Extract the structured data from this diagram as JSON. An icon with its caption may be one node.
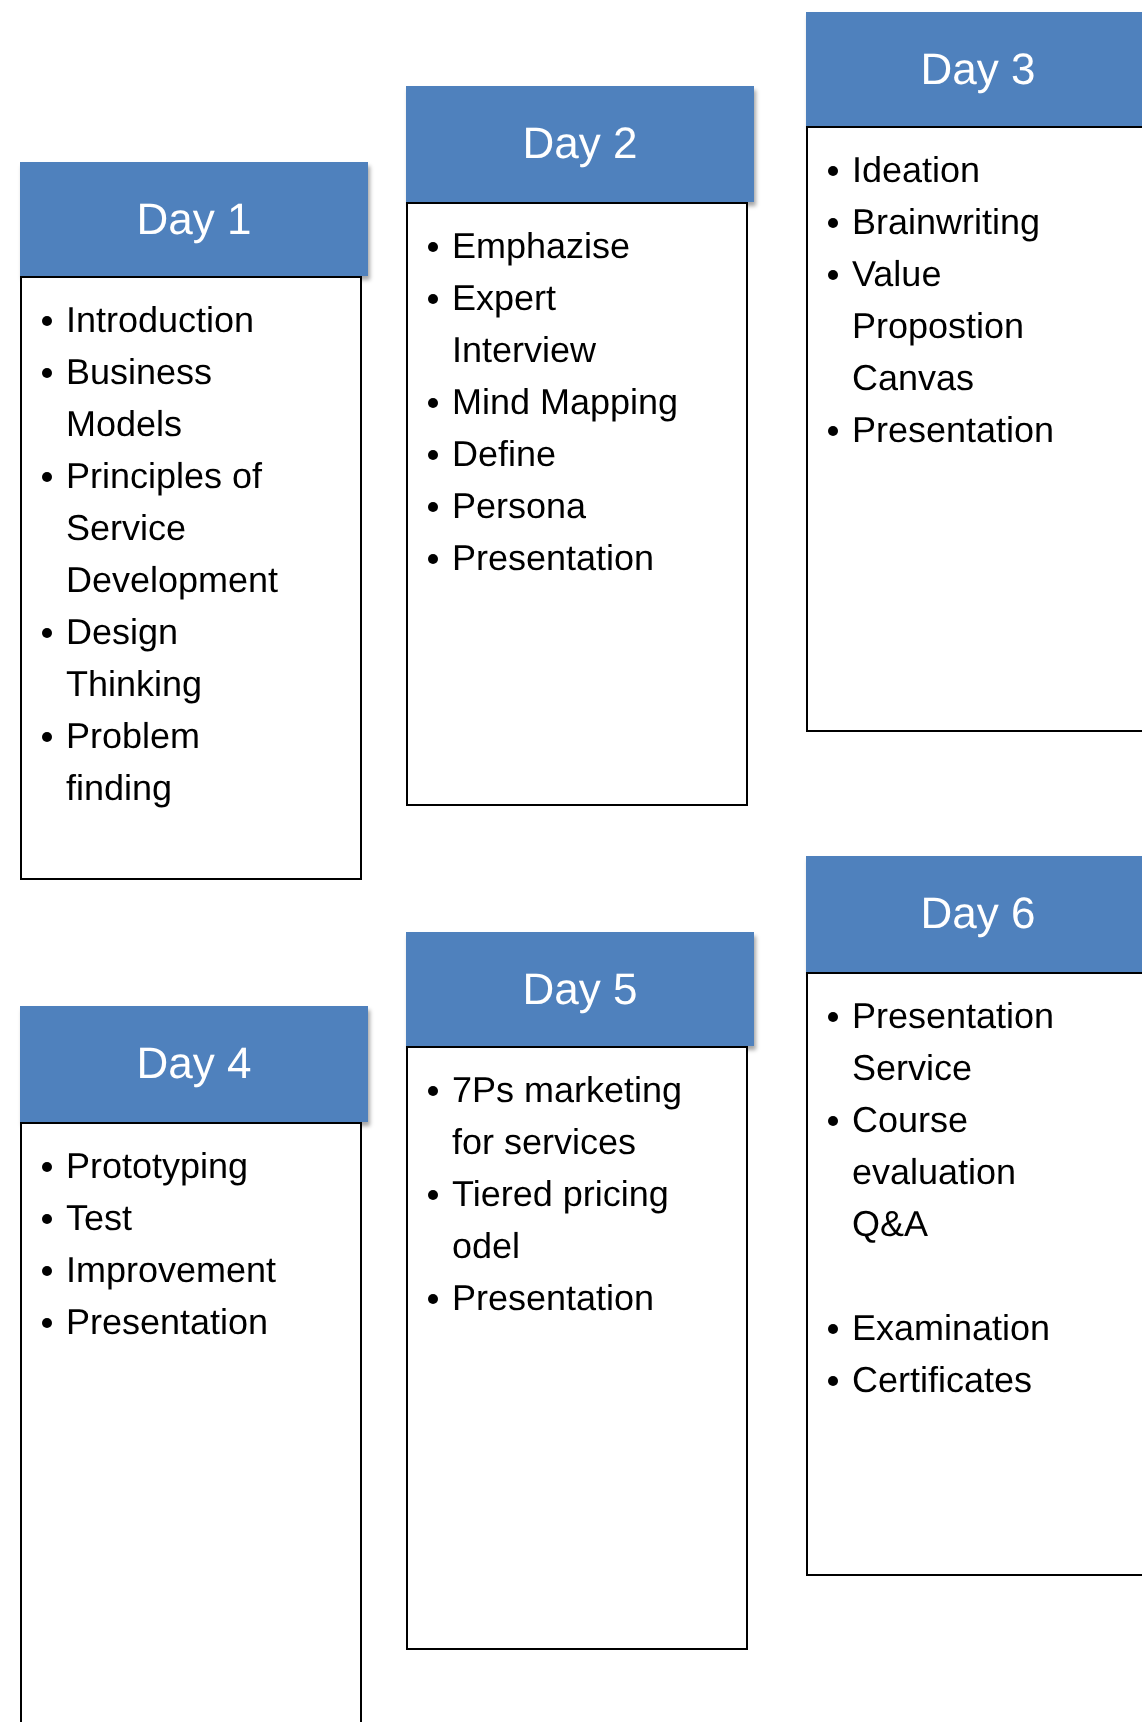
{
  "diagram": {
    "nodes": [
      {
        "text": [
          "Day 1"
        ]
      },
      {
        "text": [
          "Introduction",
          "Business Models",
          "Principles of Service Development",
          "Design Thinking",
          "Problem finding"
        ]
      },
      {
        "text": [
          "Day 2"
        ]
      },
      {
        "text": [
          "Emphazise",
          "Expert Interview",
          "Mind Mapping",
          "Define",
          "Persona",
          "Presentation"
        ]
      },
      {
        "text": [
          "Day 3"
        ]
      },
      {
        "text": [
          "Ideation",
          "Brainwriting",
          "Value Propostion Canvas",
          "Presentation"
        ]
      },
      {
        "text": [
          "Day 4"
        ]
      },
      {
        "text": [
          "Prototyping",
          "Test",
          "Improvement",
          "Presentation"
        ]
      },
      {
        "text": [
          "Day 5"
        ]
      },
      {
        "text": [
          "7Ps marketing for services",
          "Tiered pricing odel",
          "Presentation"
        ]
      },
      {
        "text": [
          "Day 6"
        ]
      },
      {
        "text": [
          "Presentation Service",
          "Course evaluation Q&A",
          "Examination",
          "Certificates"
        ]
      }
    ]
  }
}
